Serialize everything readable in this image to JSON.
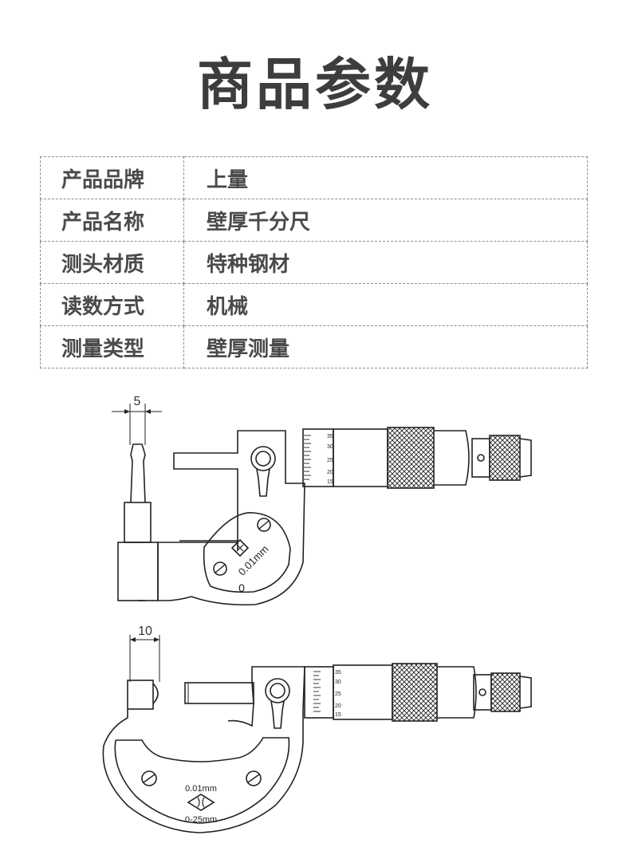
{
  "title": "商品参数",
  "specs": [
    {
      "label": "产品品牌",
      "value": "上量"
    },
    {
      "label": "产品名称",
      "value": "壁厚千分尺"
    },
    {
      "label": "测头材质",
      "value": "特种钢材"
    },
    {
      "label": "读数方式",
      "value": "机械"
    },
    {
      "label": "测量类型",
      "value": "壁厚测量"
    }
  ],
  "drawing_top": {
    "dimension": "5",
    "scale_numbers": [
      "35",
      "30",
      "25",
      "20",
      "15"
    ],
    "resolution": "0.01mm",
    "zero": "0"
  },
  "drawing_bottom": {
    "dimension": "10",
    "scale_numbers": [
      "35",
      "30",
      "25",
      "20",
      "15"
    ],
    "resolution": "0.01mm",
    "range": "0-25mm"
  }
}
